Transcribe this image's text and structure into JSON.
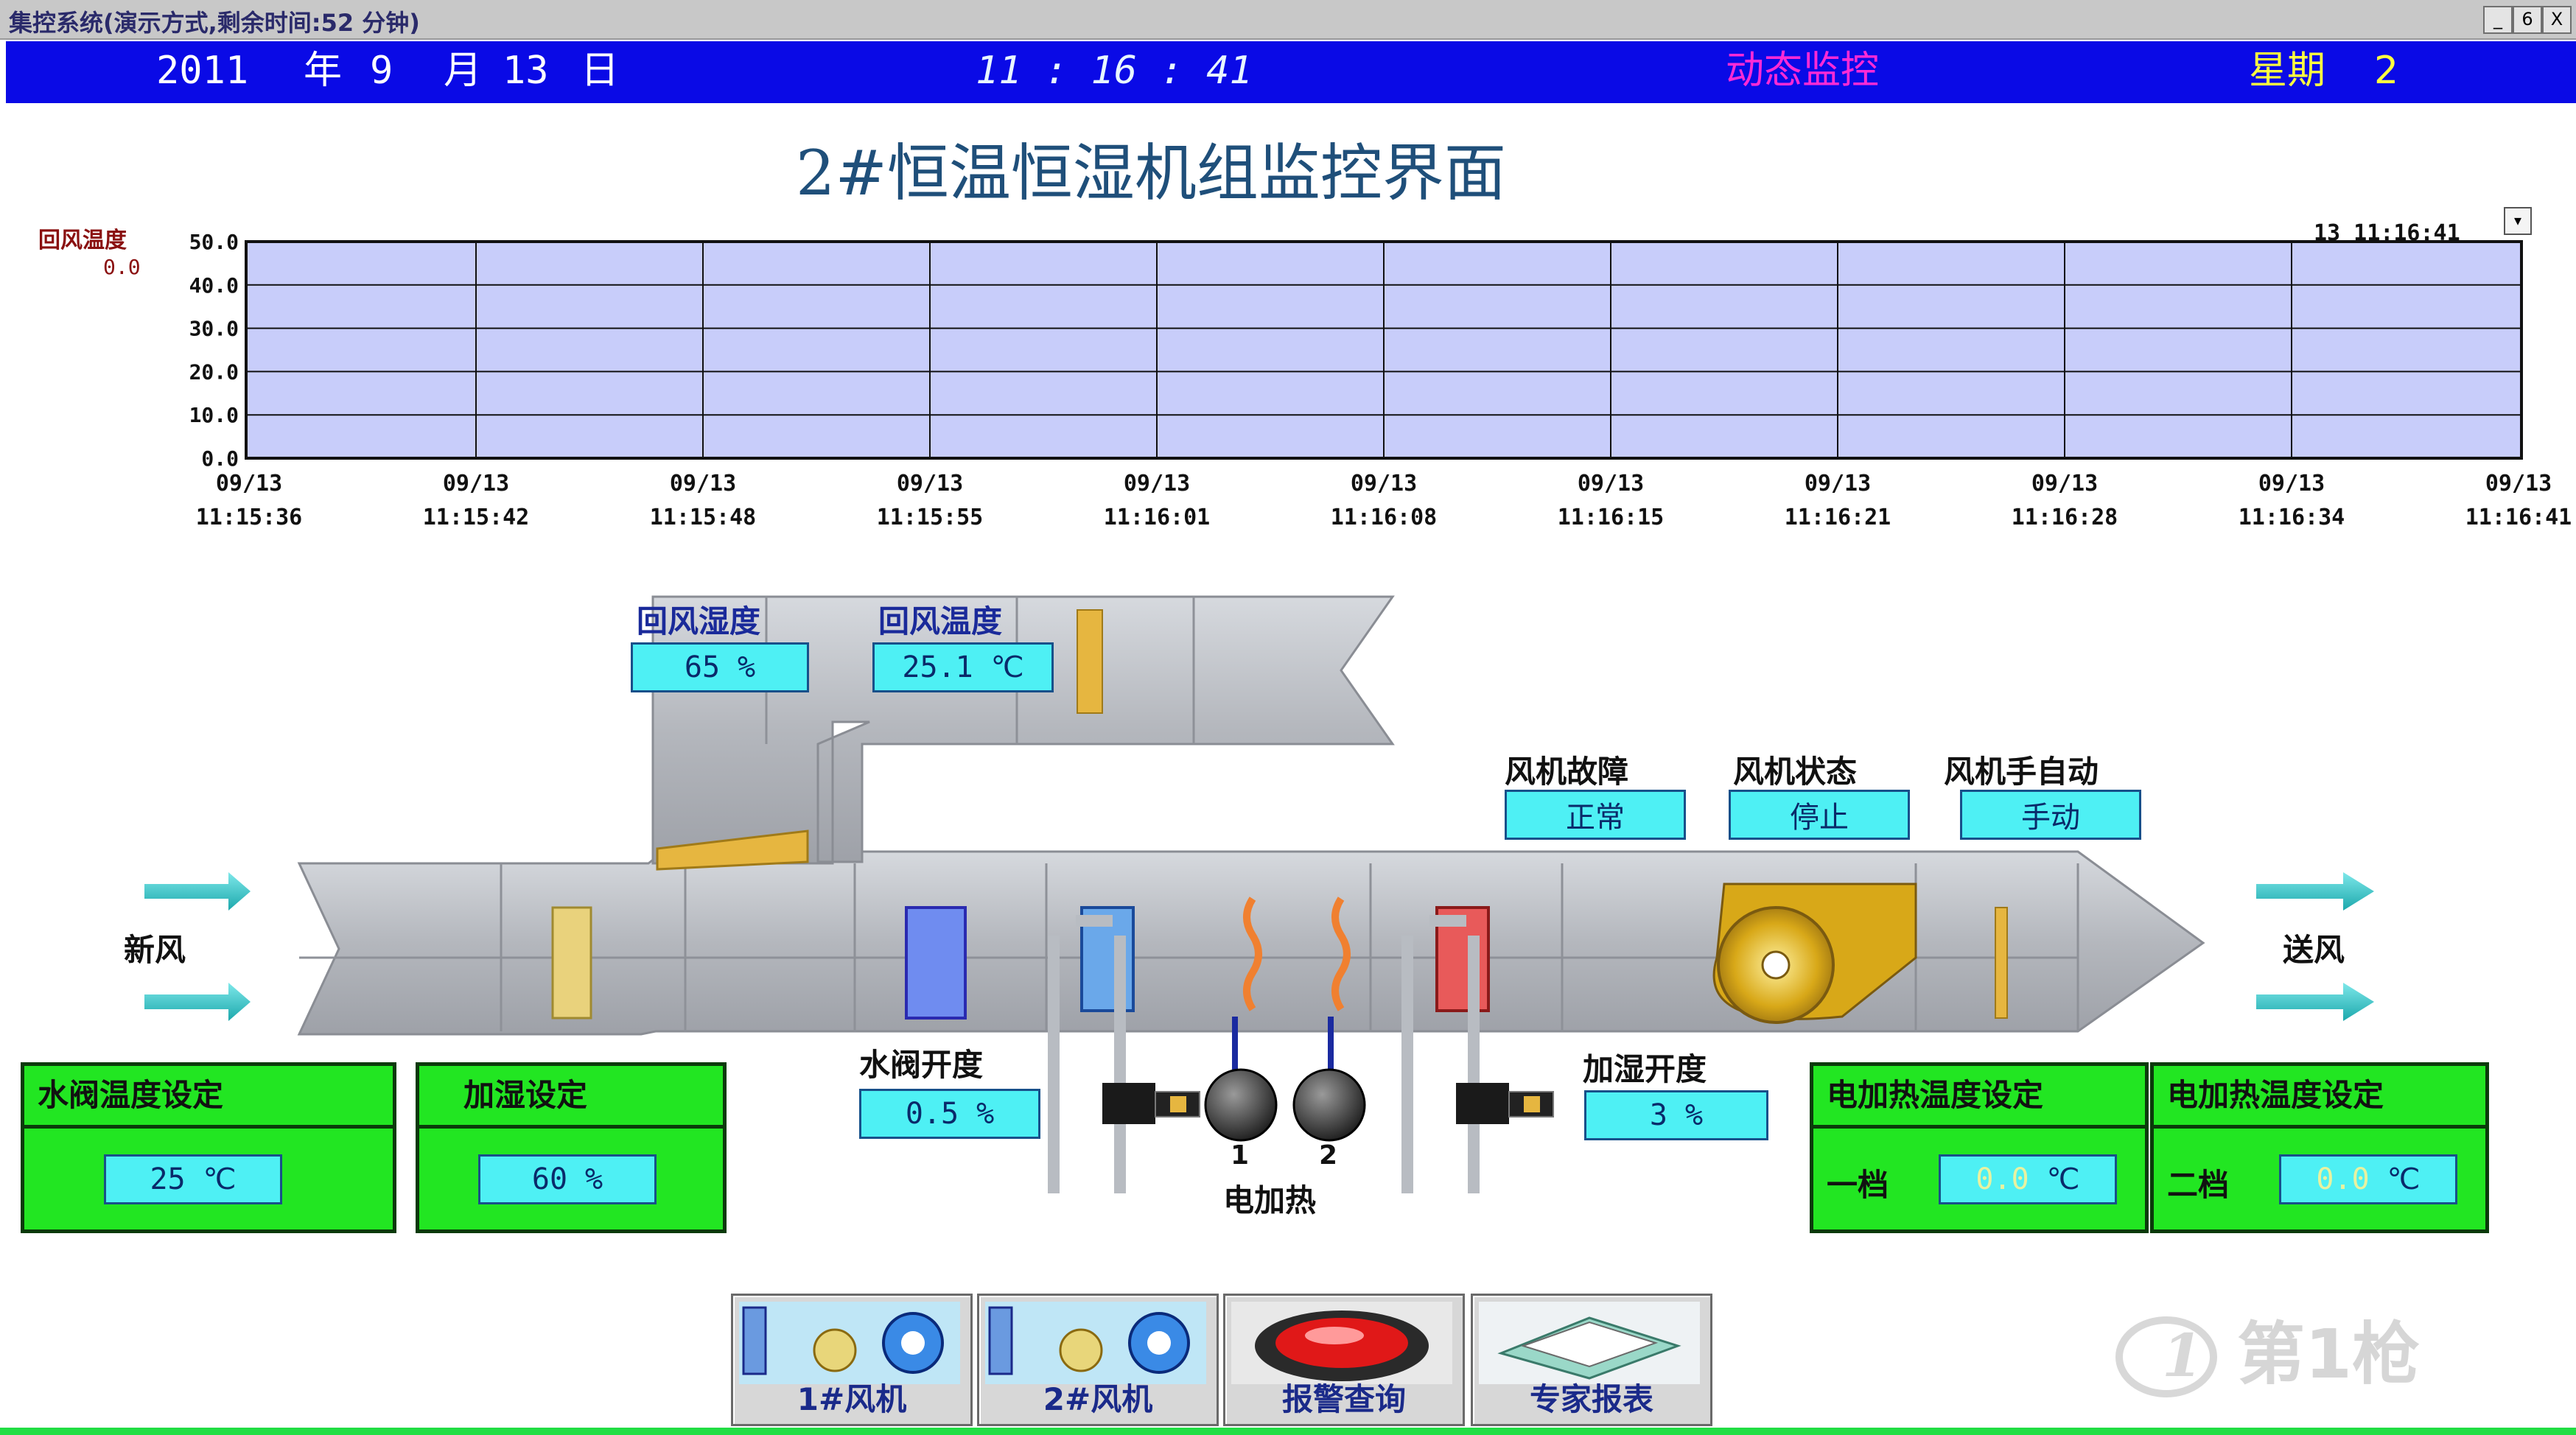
{
  "window": {
    "title": "集控系统(演示方式,剩余时间:52 分钟)",
    "min_btn": "_",
    "restore_btn": "6",
    "close_btn": "X"
  },
  "header": {
    "year": "2011",
    "year_unit": "年",
    "month": "9",
    "month_unit": "月",
    "day": "13",
    "day_unit": "日",
    "time": "11 : 16 : 41",
    "mode": "动态监控",
    "weekday_label": "星期",
    "weekday": "2"
  },
  "page_title": "2#恒温恒湿机组监控界面",
  "chart_data": {
    "type": "line",
    "series_label": "回风温度",
    "current_value": "0.0",
    "cursor_readout": "13  11:16:41",
    "y_ticks": [
      "50.0",
      "40.0",
      "30.0",
      "20.0",
      "10.0",
      "0.0"
    ],
    "ylim": [
      0,
      50
    ],
    "x_ticks": [
      {
        "date": "09/13",
        "time": "11:15:36"
      },
      {
        "date": "09/13",
        "time": "11:15:42"
      },
      {
        "date": "09/13",
        "time": "11:15:48"
      },
      {
        "date": "09/13",
        "time": "11:15:55"
      },
      {
        "date": "09/13",
        "time": "11:16:01"
      },
      {
        "date": "09/13",
        "time": "11:16:08"
      },
      {
        "date": "09/13",
        "time": "11:16:15"
      },
      {
        "date": "09/13",
        "time": "11:16:21"
      },
      {
        "date": "09/13",
        "time": "11:16:28"
      },
      {
        "date": "09/13",
        "time": "11:16:34"
      },
      {
        "date": "09/13",
        "time": "11:16:41"
      }
    ],
    "series": [],
    "grid": true,
    "plot_background": "#c8cdfa"
  },
  "return_air": {
    "humidity_label": "回风湿度",
    "humidity_value": "65",
    "humidity_unit": "%",
    "temp_label": "回风温度",
    "temp_value": "25.1",
    "temp_unit": "℃"
  },
  "fan_status": {
    "fault_label": "风机故障",
    "fault_value": "正常",
    "state_label": "风机状态",
    "state_value": "停止",
    "mode_label": "风机手自动",
    "mode_value": "手动"
  },
  "flow": {
    "inlet_label": "新风",
    "outlet_label": "送风"
  },
  "valve": {
    "label": "水阀开度",
    "value": "0.5",
    "unit": "%"
  },
  "humidifier": {
    "label": "加湿开度",
    "value": "3",
    "unit": "%"
  },
  "electric_heat": {
    "label": "电加热",
    "stage1": "1",
    "stage2": "2"
  },
  "settings": {
    "water_temp_title": "水阀温度设定",
    "water_temp_value": "25",
    "water_temp_unit": "℃",
    "humid_title": "加湿设定",
    "humid_value": "60",
    "humid_unit": "%",
    "heat1_title": "电加热温度设定",
    "heat1_row_label": "一档",
    "heat1_value": "0.0",
    "heat1_unit": "℃",
    "heat2_title": "电加热温度设定",
    "heat2_row_label": "二档",
    "heat2_value": "0.0",
    "heat2_unit": "℃"
  },
  "nav": {
    "fan1": "1#风机",
    "fan2": "2#风机",
    "alarm": "报警查询",
    "report": "专家报表"
  },
  "watermark": "第1枪",
  "colors": {
    "header_bg": "#0a0ae6",
    "panel_green": "#22e622",
    "readout_cyan": "#4ef0f4",
    "duct_gray": "#b4b7bd",
    "arrow_cyan": "#30c8c8"
  }
}
